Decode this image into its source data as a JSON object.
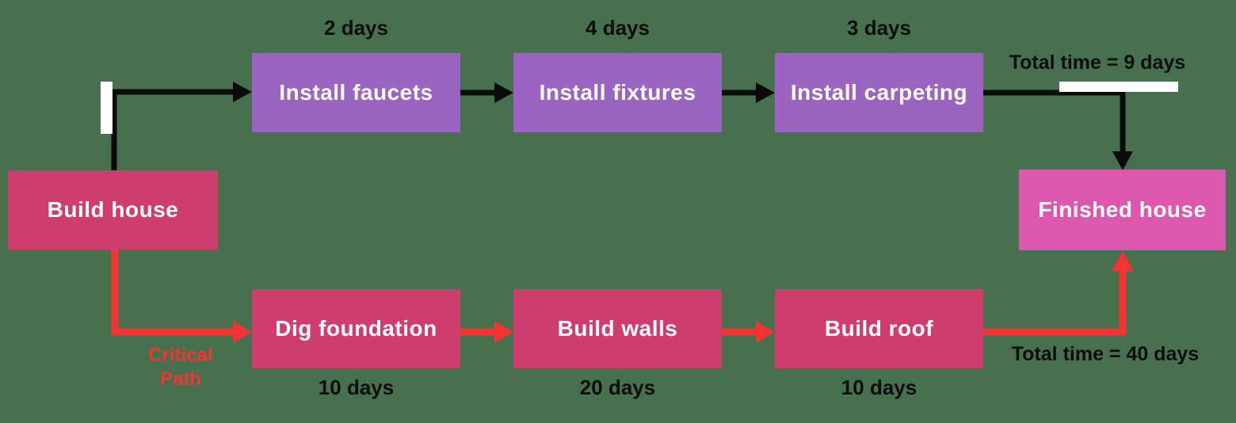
{
  "nodes": [
    {
      "id": "build-house",
      "label": "Build house",
      "color": "#cf3d6e"
    },
    {
      "id": "install-faucets",
      "label": "Install faucets",
      "duration": "2 days",
      "color": "#9b64c0"
    },
    {
      "id": "install-fixtures",
      "label": "Install fixtures",
      "duration": "4 days",
      "color": "#9b64c0"
    },
    {
      "id": "install-carpeting",
      "label": "Install carpeting",
      "duration": "3 days",
      "color": "#9b64c0"
    },
    {
      "id": "dig-foundation",
      "label": "Dig foundation",
      "duration": "10 days",
      "color": "#cf3d6e"
    },
    {
      "id": "build-walls",
      "label": "Build walls",
      "duration": "20 days",
      "color": "#cf3d6e"
    },
    {
      "id": "build-roof",
      "label": "Build roof",
      "duration": "10 days",
      "color": "#cf3d6e"
    },
    {
      "id": "finished-house",
      "label": "Finished house",
      "color": "#dc58ae"
    }
  ],
  "annotations": {
    "critical_path": "Critical\nPath",
    "total_time_top": "Total time = 9 days",
    "total_time_bottom": "Total time = 40 days"
  },
  "colors": {
    "background": "#47704E",
    "task_pink": "#cf3d6e",
    "task_purple": "#9b64c0",
    "finished_pink": "#dc58ae",
    "critical_red": "#f43333",
    "arrow_black": "#0b0b0b",
    "label_text": "#0d0d0d",
    "node_text": "#ffffff",
    "patch_white": "#ffffff"
  }
}
